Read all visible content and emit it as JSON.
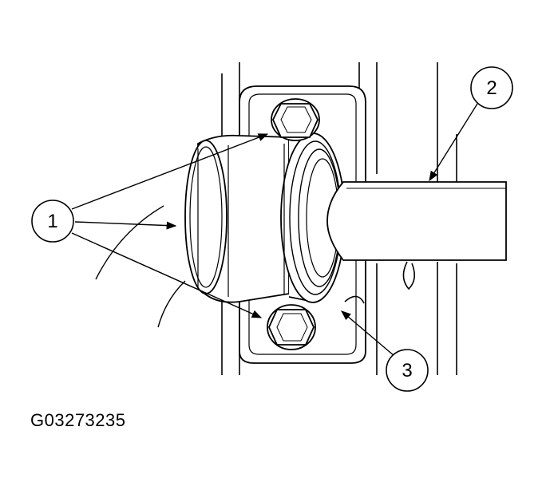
{
  "figure_id": "G03273235",
  "callouts": [
    {
      "number": "1"
    },
    {
      "number": "2"
    },
    {
      "number": "3"
    }
  ],
  "colors": {
    "line": "#000000",
    "background": "#ffffff"
  }
}
